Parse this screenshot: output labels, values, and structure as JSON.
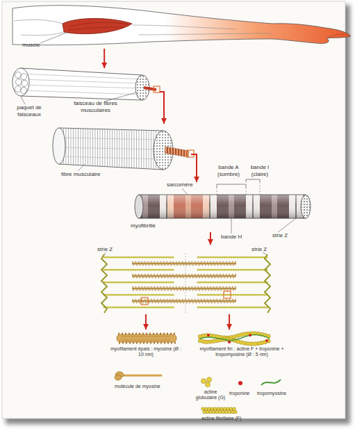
{
  "diagram": {
    "nodes": [
      {
        "text": [
          "muscle"
        ]
      },
      {
        "text": [
          "paquet de faisceaux",
          "faisceau de fibres musculaires"
        ]
      },
      {
        "text": [
          "fibre musculaire"
        ]
      },
      {
        "text": [
          "myofibrille"
        ]
      },
      {
        "text": [
          "strie Z",
          "strie Z"
        ]
      },
      {
        "text": [
          "myofilament épais : myosine (Ø : 10 nm)"
        ]
      },
      {
        "text": [
          "myofilament fin : actine F + troponine + tropomyosine (Ø : 5 nm)"
        ]
      }
    ],
    "edges": [
      {
        "from": 0,
        "to": 1,
        "arrow": "to"
      },
      {
        "from": 1,
        "to": 2,
        "arrow": "to"
      },
      {
        "from": 2,
        "to": 3,
        "arrow": "to"
      },
      {
        "from": 3,
        "to": 4,
        "arrow": "to"
      },
      {
        "from": 4,
        "to": 5,
        "arrow": "to"
      },
      {
        "from": 4,
        "to": 6,
        "arrow": "to"
      }
    ],
    "labels": [
      "sarcomère",
      "bande A (sombre)",
      "bande I (claire)",
      "bande H",
      "strie Z",
      "molécule de myosine",
      "actine globulaire (G)",
      "troponine",
      "tropomyosine",
      "actine fibrillaire (F)"
    ]
  }
}
